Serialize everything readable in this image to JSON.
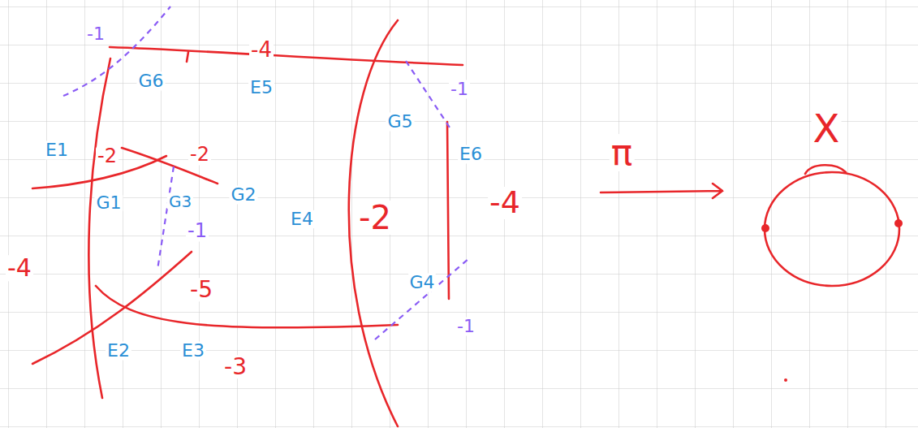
{
  "diagram": {
    "labels": [
      "-1",
      "-4",
      "G6",
      "E5",
      "G5",
      "-1",
      "E1",
      "-2",
      "-2",
      "G1",
      "G3",
      "G2",
      "-1",
      "E4",
      "-2",
      "E6",
      "-4",
      "-4",
      "-5",
      "G4",
      "-1",
      "E2",
      "E3",
      "-3",
      "π",
      "X"
    ]
  }
}
